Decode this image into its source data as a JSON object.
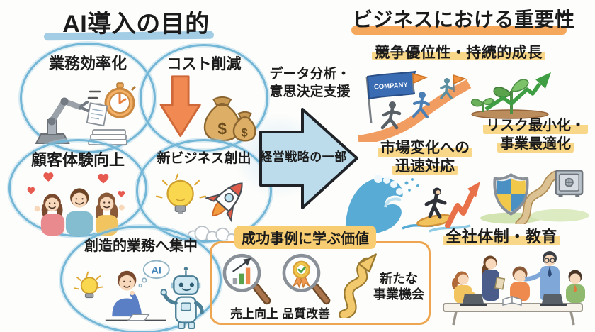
{
  "left": {
    "title": "AI導入の目的",
    "circles": [
      {
        "label": "業務効率化"
      },
      {
        "label": "コスト削減"
      },
      {
        "label": "顧客体験向上"
      },
      {
        "label": "新ビジネス創出"
      },
      {
        "label": "創造的業務へ集中"
      }
    ]
  },
  "center": {
    "data_support_line1": "データ分析・",
    "data_support_line2": "意思決定支援",
    "arrow_label": "経営戦略の一部"
  },
  "right": {
    "title": "ビジネスにおける重要性",
    "growth_label": "競争優位性・持続的成長",
    "market_line1": "市場変化への",
    "market_line2": "迅速対応",
    "risk_line1": "リスク最小化・",
    "risk_line2": "事業最適化",
    "org_label": "全社体制・教育",
    "company_flag": "COMPANY"
  },
  "success_box": {
    "title": "成功事例に学ぶ価値",
    "sales_label": "売上向上",
    "quality_label": "品質改善",
    "opportunity_line1": "新たな",
    "opportunity_line2": "事業機会"
  },
  "misc": {
    "ai_bubble": "AI",
    "money_symbol": "$"
  },
  "colors": {
    "circle_stroke_blue": "#74b6d6",
    "title_underline_blue": "#a3cde4",
    "title_underline_orange": "#f5a85c",
    "highlight_yellow": "#f9d788",
    "big_arrow_fill": "#bcdceb",
    "cost_arrow_orange": "#f08a52",
    "success_box_border": "#eda64f",
    "flag_blue": "#3a6cb4",
    "heart_red": "#e65a4f"
  }
}
